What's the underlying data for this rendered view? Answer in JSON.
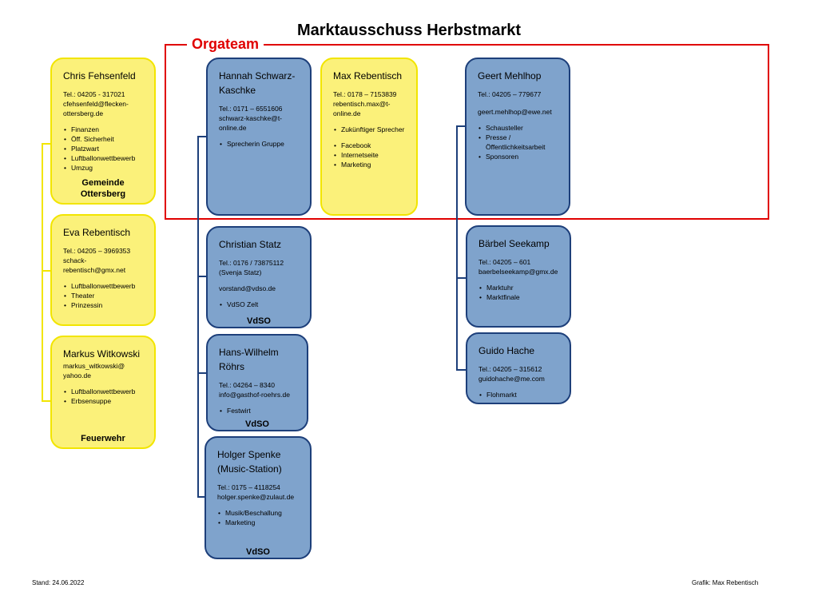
{
  "title": "Marktausschuss Herbstmarkt",
  "orgateam_label": "Orgateam",
  "cards": {
    "fehsenfeld": {
      "name": "Chris Fehsenfeld",
      "contact": "Tel.: 04205 - 317021\ncfehsenfeld@flecken-\nottersberg.de",
      "tasks": [
        "Finanzen",
        "Öff. Sicherheit",
        "Platzwart",
        "Luftballonwettbewerb",
        "Umzug"
      ],
      "group": "Gemeinde\nOttersberg"
    },
    "eva": {
      "name": "Eva Rebentisch",
      "contact": "Tel.: 04205 – 3969353\nschack-\nrebentisch@gmx.net",
      "tasks": [
        "Luftballonwettbewerb",
        "Theater",
        "Prinzessin"
      ]
    },
    "witkowski": {
      "name": "Markus Witkowski",
      "contact": "markus_witkowski@\nyahoo.de",
      "tasks": [
        "Luftballonwettbewerb",
        "Erbsensuppe"
      ],
      "group": "Feuerwehr"
    },
    "schwarz": {
      "name": "Hannah Schwarz-\nKaschke",
      "contact": "Tel.: 0171 – 6551606\nschwarz-kaschke@t-\nonline.de",
      "tasks": [
        "Sprecherin Gruppe"
      ]
    },
    "max": {
      "name": "Max Rebentisch",
      "contact": "Tel.: 0178 – 7153839\nrebentisch.max@t-\nonline.de",
      "tasks1": [
        "Zukünftiger Sprecher"
      ],
      "tasks2": [
        "Facebook",
        "Internetseite",
        "Marketing"
      ]
    },
    "mehlhop": {
      "name": "Geert Mehlhop",
      "contact": "Tel.: 04205 – 779677",
      "email": "geert.mehlhop@ewe.net",
      "tasks": [
        "Schausteller",
        "Presse / Öffentlichkeitsarbeit",
        "Sponsoren"
      ]
    },
    "statz": {
      "name": "Christian Statz",
      "contact": "Tel.: 0176 / 73875112\n(Svenja Statz)",
      "email": "vorstand@vdso.de",
      "tasks": [
        "VdSO Zelt"
      ],
      "group": "VdSO"
    },
    "roehrs": {
      "name": "Hans-Wilhelm\nRöhrs",
      "contact": "Tel.: 04264 – 8340\ninfo@gasthof-roehrs.de",
      "tasks": [
        "Festwirt"
      ],
      "group": "VdSO"
    },
    "spenke": {
      "name": "Holger Spenke\n(Music-Station)",
      "contact": "Tel.: 0175 – 4118254\nholger.spenke@zulaut.de",
      "tasks": [
        "Musik/Beschallung",
        "Marketing"
      ],
      "group": "VdSO"
    },
    "seekamp": {
      "name": "Bärbel Seekamp",
      "contact": "Tel.: 04205 – 601\nbaerbelseekamp@gmx.de",
      "tasks": [
        "Marktuhr",
        "Marktfinale"
      ]
    },
    "hache": {
      "name": "Guido Hache",
      "contact": "Tel.: 04205 – 315612\nguidohache@me.com",
      "tasks": [
        "Flohmarkt"
      ]
    }
  },
  "footer": {
    "date": "Stand: 24.06.2022",
    "credit": "Grafik: Max Rebentisch"
  },
  "colors": {
    "yellow_fill": "#fbf17a",
    "yellow_border": "#f2e500",
    "blue_fill": "#7fa3cc",
    "blue_border": "#1d3f7a",
    "orgateam_red": "#e00000"
  }
}
